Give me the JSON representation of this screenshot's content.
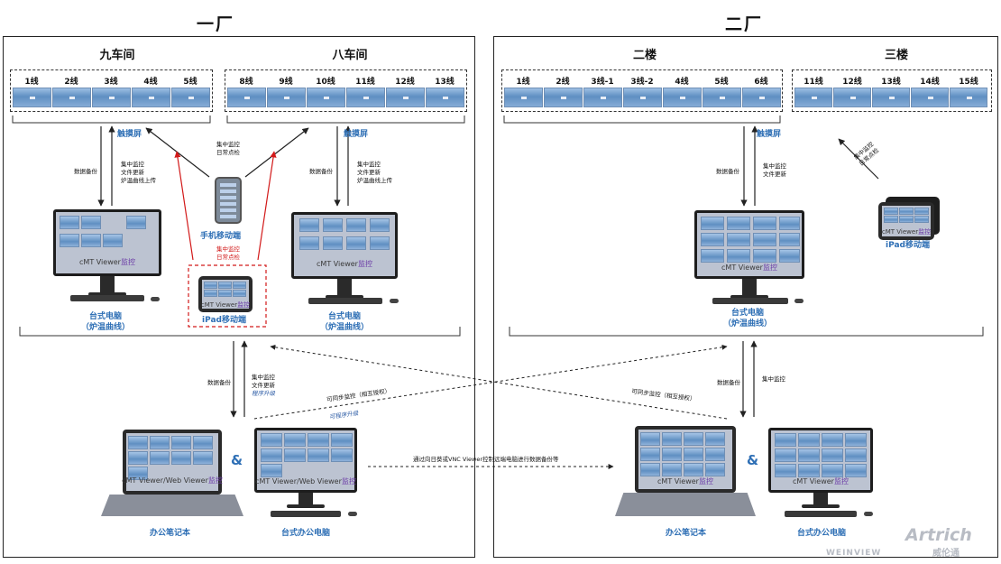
{
  "factory1": {
    "title": "一厂",
    "section_left": {
      "title": "九车间",
      "lines": [
        "1线",
        "2线",
        "3线",
        "4线",
        "5线"
      ],
      "touchscreen": "触摸屏",
      "backup": "数据备份",
      "functions": "集中监控\n文件更新\n炉温曲线上传",
      "monitor_text": "cMT Viewer",
      "monitor_accent": "监控",
      "desktop_label": "台式电脑\n（炉温曲线）"
    },
    "section_right": {
      "title": "八车间",
      "lines": [
        "8线",
        "9线",
        "10线",
        "11线",
        "12线",
        "13线"
      ],
      "touchscreen": "触摸屏",
      "backup": "数据备份",
      "functions": "集中监控\n文件更新\n炉温曲线上传",
      "monitor_text": "cMT Viewer",
      "monitor_accent": "监控",
      "desktop_label": "台式电脑\n（炉温曲线）"
    },
    "mobile": {
      "top_functions": "集中监控\n日常点检",
      "phone_label": "手机移动端",
      "red_functions": "集中监控\n日常点检",
      "ipad_text": "cMT Viewer",
      "ipad_accent": "监控",
      "ipad_label": "iPad移动端"
    },
    "office": {
      "backup": "数据备份",
      "functions": "集中监控\n文件更新",
      "upgrade": "程序升级",
      "laptop_text": "cMT Viewer/Web Viewer",
      "laptop_accent": "监控",
      "desktop_text": "cMT Viewer/Web Viewer",
      "desktop_accent": "监控",
      "laptop_label": "办公笔记本",
      "desktop_label": "台式办公电脑",
      "amp": "&"
    }
  },
  "factory2": {
    "title": "二厂",
    "section_left": {
      "title": "二楼",
      "lines": [
        "1线",
        "2线",
        "3线-1",
        "3线-2",
        "4线",
        "5线",
        "6线"
      ],
      "touchscreen": "触摸屏",
      "backup": "数据备份",
      "functions": "集中监控\n文件更新",
      "monitor_text": "cMT Viewer",
      "monitor_accent": "监控",
      "desktop_label": "台式电脑\n（炉温曲线）"
    },
    "section_right": {
      "title": "三楼",
      "lines": [
        "11线",
        "12线",
        "13线",
        "14线",
        "15线"
      ]
    },
    "mobile": {
      "functions": "集中监控\n日常点检",
      "ipad_text": "cMT Viewer",
      "ipad_accent": "监控",
      "ipad_label": "iPad移动端"
    },
    "office": {
      "backup": "数据备份",
      "functions": "集中监控",
      "laptop_text": "cMT Viewer",
      "laptop_accent": "监控",
      "desktop_text": "cMT Viewer",
      "desktop_accent": "监控",
      "laptop_label": "办公笔记本",
      "desktop_label": "台式办公电脑",
      "amp": "&"
    }
  },
  "links": {
    "sync_left": "可同步监控（相互授权）",
    "upgrade_blue": "可程序升级",
    "sync_right": "可同步监控（相互授权）",
    "vnc": "通过向日葵或VNC Viewer控制远端电脑进行数据备份等"
  },
  "watermarks": {
    "left": "WEINVIEW",
    "right": "Artrich",
    "right_cn": "威伦通"
  },
  "colors": {
    "accent_blue": "#2e6fb5",
    "alert_red": "#d21919",
    "monitor_accent": "#6a3aa6"
  }
}
